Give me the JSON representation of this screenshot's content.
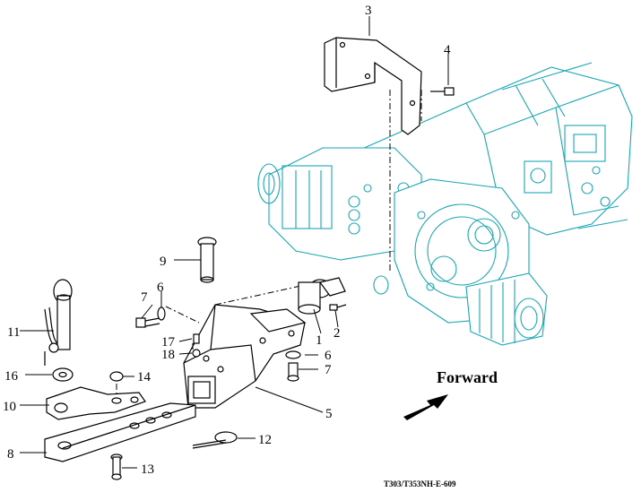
{
  "diagram": {
    "callouts": [
      {
        "id": "c1",
        "text": "1"
      },
      {
        "id": "c2",
        "text": "2"
      },
      {
        "id": "c3",
        "text": "3"
      },
      {
        "id": "c4",
        "text": "4"
      },
      {
        "id": "c5",
        "text": "5"
      },
      {
        "id": "c6a",
        "text": "6"
      },
      {
        "id": "c6b",
        "text": "6"
      },
      {
        "id": "c7a",
        "text": "7"
      },
      {
        "id": "c7b",
        "text": "7"
      },
      {
        "id": "c8",
        "text": "8"
      },
      {
        "id": "c9",
        "text": "9"
      },
      {
        "id": "c10",
        "text": "10"
      },
      {
        "id": "c11",
        "text": "11"
      },
      {
        "id": "c12",
        "text": "12"
      },
      {
        "id": "c13",
        "text": "13"
      },
      {
        "id": "c14",
        "text": "14"
      },
      {
        "id": "c16",
        "text": "16"
      },
      {
        "id": "c17",
        "text": "17"
      },
      {
        "id": "c18",
        "text": "18"
      }
    ],
    "forward_label": "Forward",
    "reference_code": "T303/T353NH-E-609",
    "colors": {
      "parts_line": "#000000",
      "transmission_line": "#1aa6b5",
      "background": "#ffffff"
    }
  }
}
